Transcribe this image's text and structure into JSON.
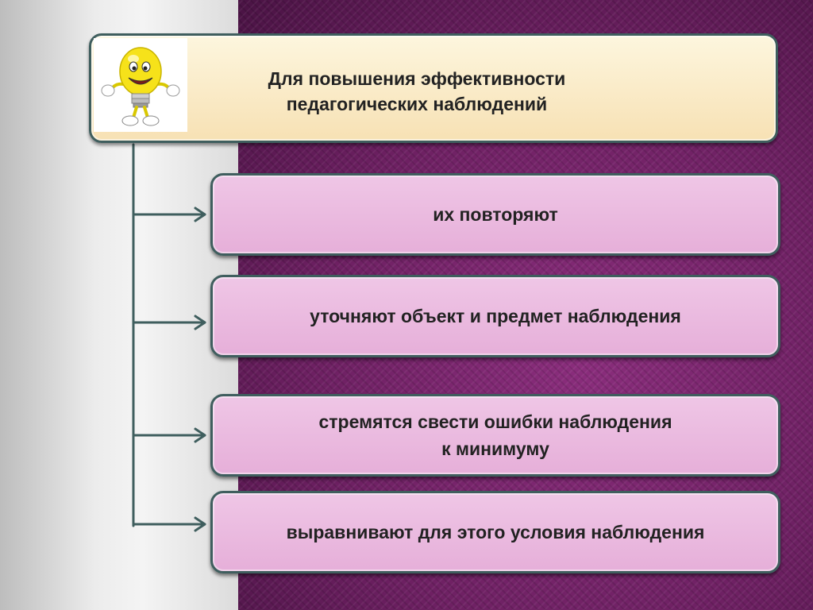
{
  "title": "Для повышения эффективности\nпедагогических наблюдений",
  "items": [
    {
      "label": "их повторяют"
    },
    {
      "label": "уточняют объект и предмет наблюдения"
    },
    {
      "label": "стремятся свести ошибки наблюдения\nк минимуму"
    },
    {
      "label": "выравнивают для этого условия наблюдения"
    }
  ],
  "icons": {
    "mascot": "lightbulb-mascot-icon"
  },
  "colors": {
    "background_right": "#6a1f5f",
    "title_box_fill": "#f7e1b4",
    "item_box_fill": "#e6afd9",
    "border": "#3f5e5e",
    "connector": "#3f5e5e"
  }
}
